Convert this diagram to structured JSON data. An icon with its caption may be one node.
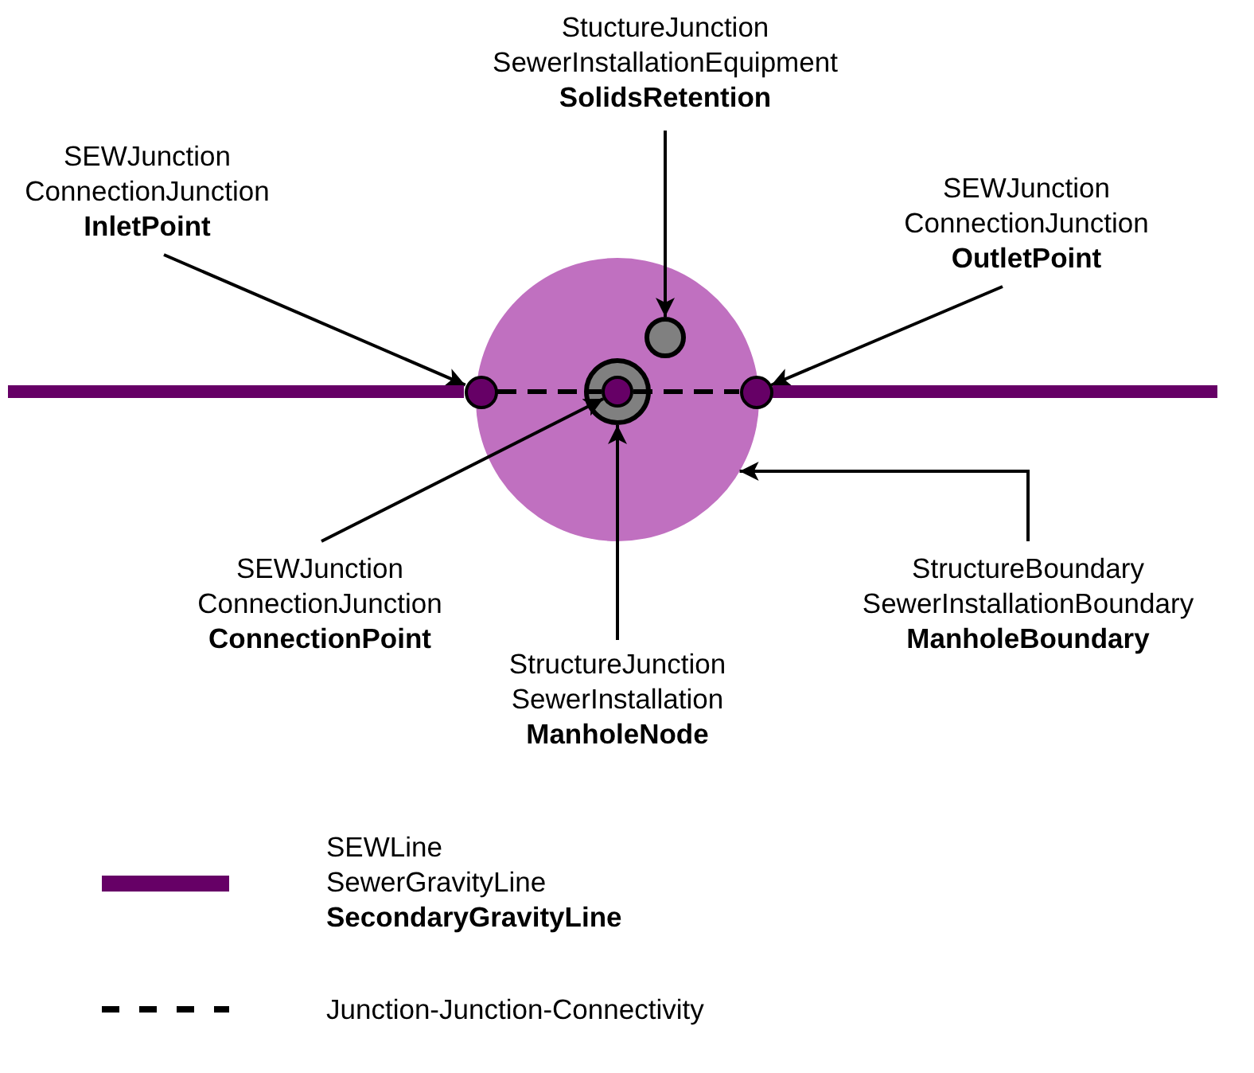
{
  "diagram": {
    "nodes": [
      {
        "text": [
          "StuctureJunction",
          "SewerInstallationEquipment",
          "SolidsRetention"
        ]
      },
      {
        "text": [
          "SEWJunction",
          "ConnectionJunction",
          "InletPoint"
        ]
      },
      {
        "text": [
          "SEWJunction",
          "ConnectionJunction",
          "OutletPoint"
        ]
      },
      {
        "text": [],
        "shape": "circle"
      },
      {
        "text": [],
        "shape": "circle",
        "in": 3
      },
      {
        "text": [],
        "shape": "circle"
      },
      {
        "text": [],
        "shape": "circle",
        "in": 3
      },
      {
        "text": [],
        "shape": "circle",
        "in": 6
      },
      {
        "text": [],
        "shape": "circle"
      },
      {
        "text": [
          "SEWJunction",
          "ConnectionJunction",
          "ConnectionPoint"
        ]
      },
      {
        "text": [
          "StructureBoundary",
          "SewerInstallationBoundary",
          "ManholeBoundary"
        ]
      },
      {
        "text": [
          "StructureJunction",
          "SewerInstallation",
          "ManholeNode"
        ]
      }
    ],
    "edges": [
      {
        "from": 1,
        "to": 5,
        "arrow": "to"
      },
      {
        "from": 0,
        "to": 4,
        "arrow": "to"
      },
      {
        "from": 2,
        "to": 8,
        "arrow": "to"
      },
      {
        "from": null,
        "to": 5,
        "arrow": "none",
        "style": "thick",
        "color": "#660066"
      },
      {
        "from": 5,
        "to": 7,
        "arrow": "none",
        "style": "dashed"
      },
      {
        "from": 7,
        "to": 8,
        "arrow": "none",
        "style": "dashed"
      },
      {
        "from": 8,
        "to": null,
        "arrow": "none",
        "style": "thick",
        "color": "#660066"
      },
      {
        "from": 9,
        "to": 7,
        "arrow": "to"
      },
      {
        "from": 11,
        "to": 6,
        "arrow": "to"
      },
      {
        "from": 10,
        "to": 3,
        "arrow": "to"
      }
    ],
    "legend": [
      {
        "text": "SEWLine SewerGravityLine **SecondaryGravityLine**",
        "color": "#660066"
      },
      {
        "text": "Junction-Junction-Connectivity"
      }
    ]
  }
}
